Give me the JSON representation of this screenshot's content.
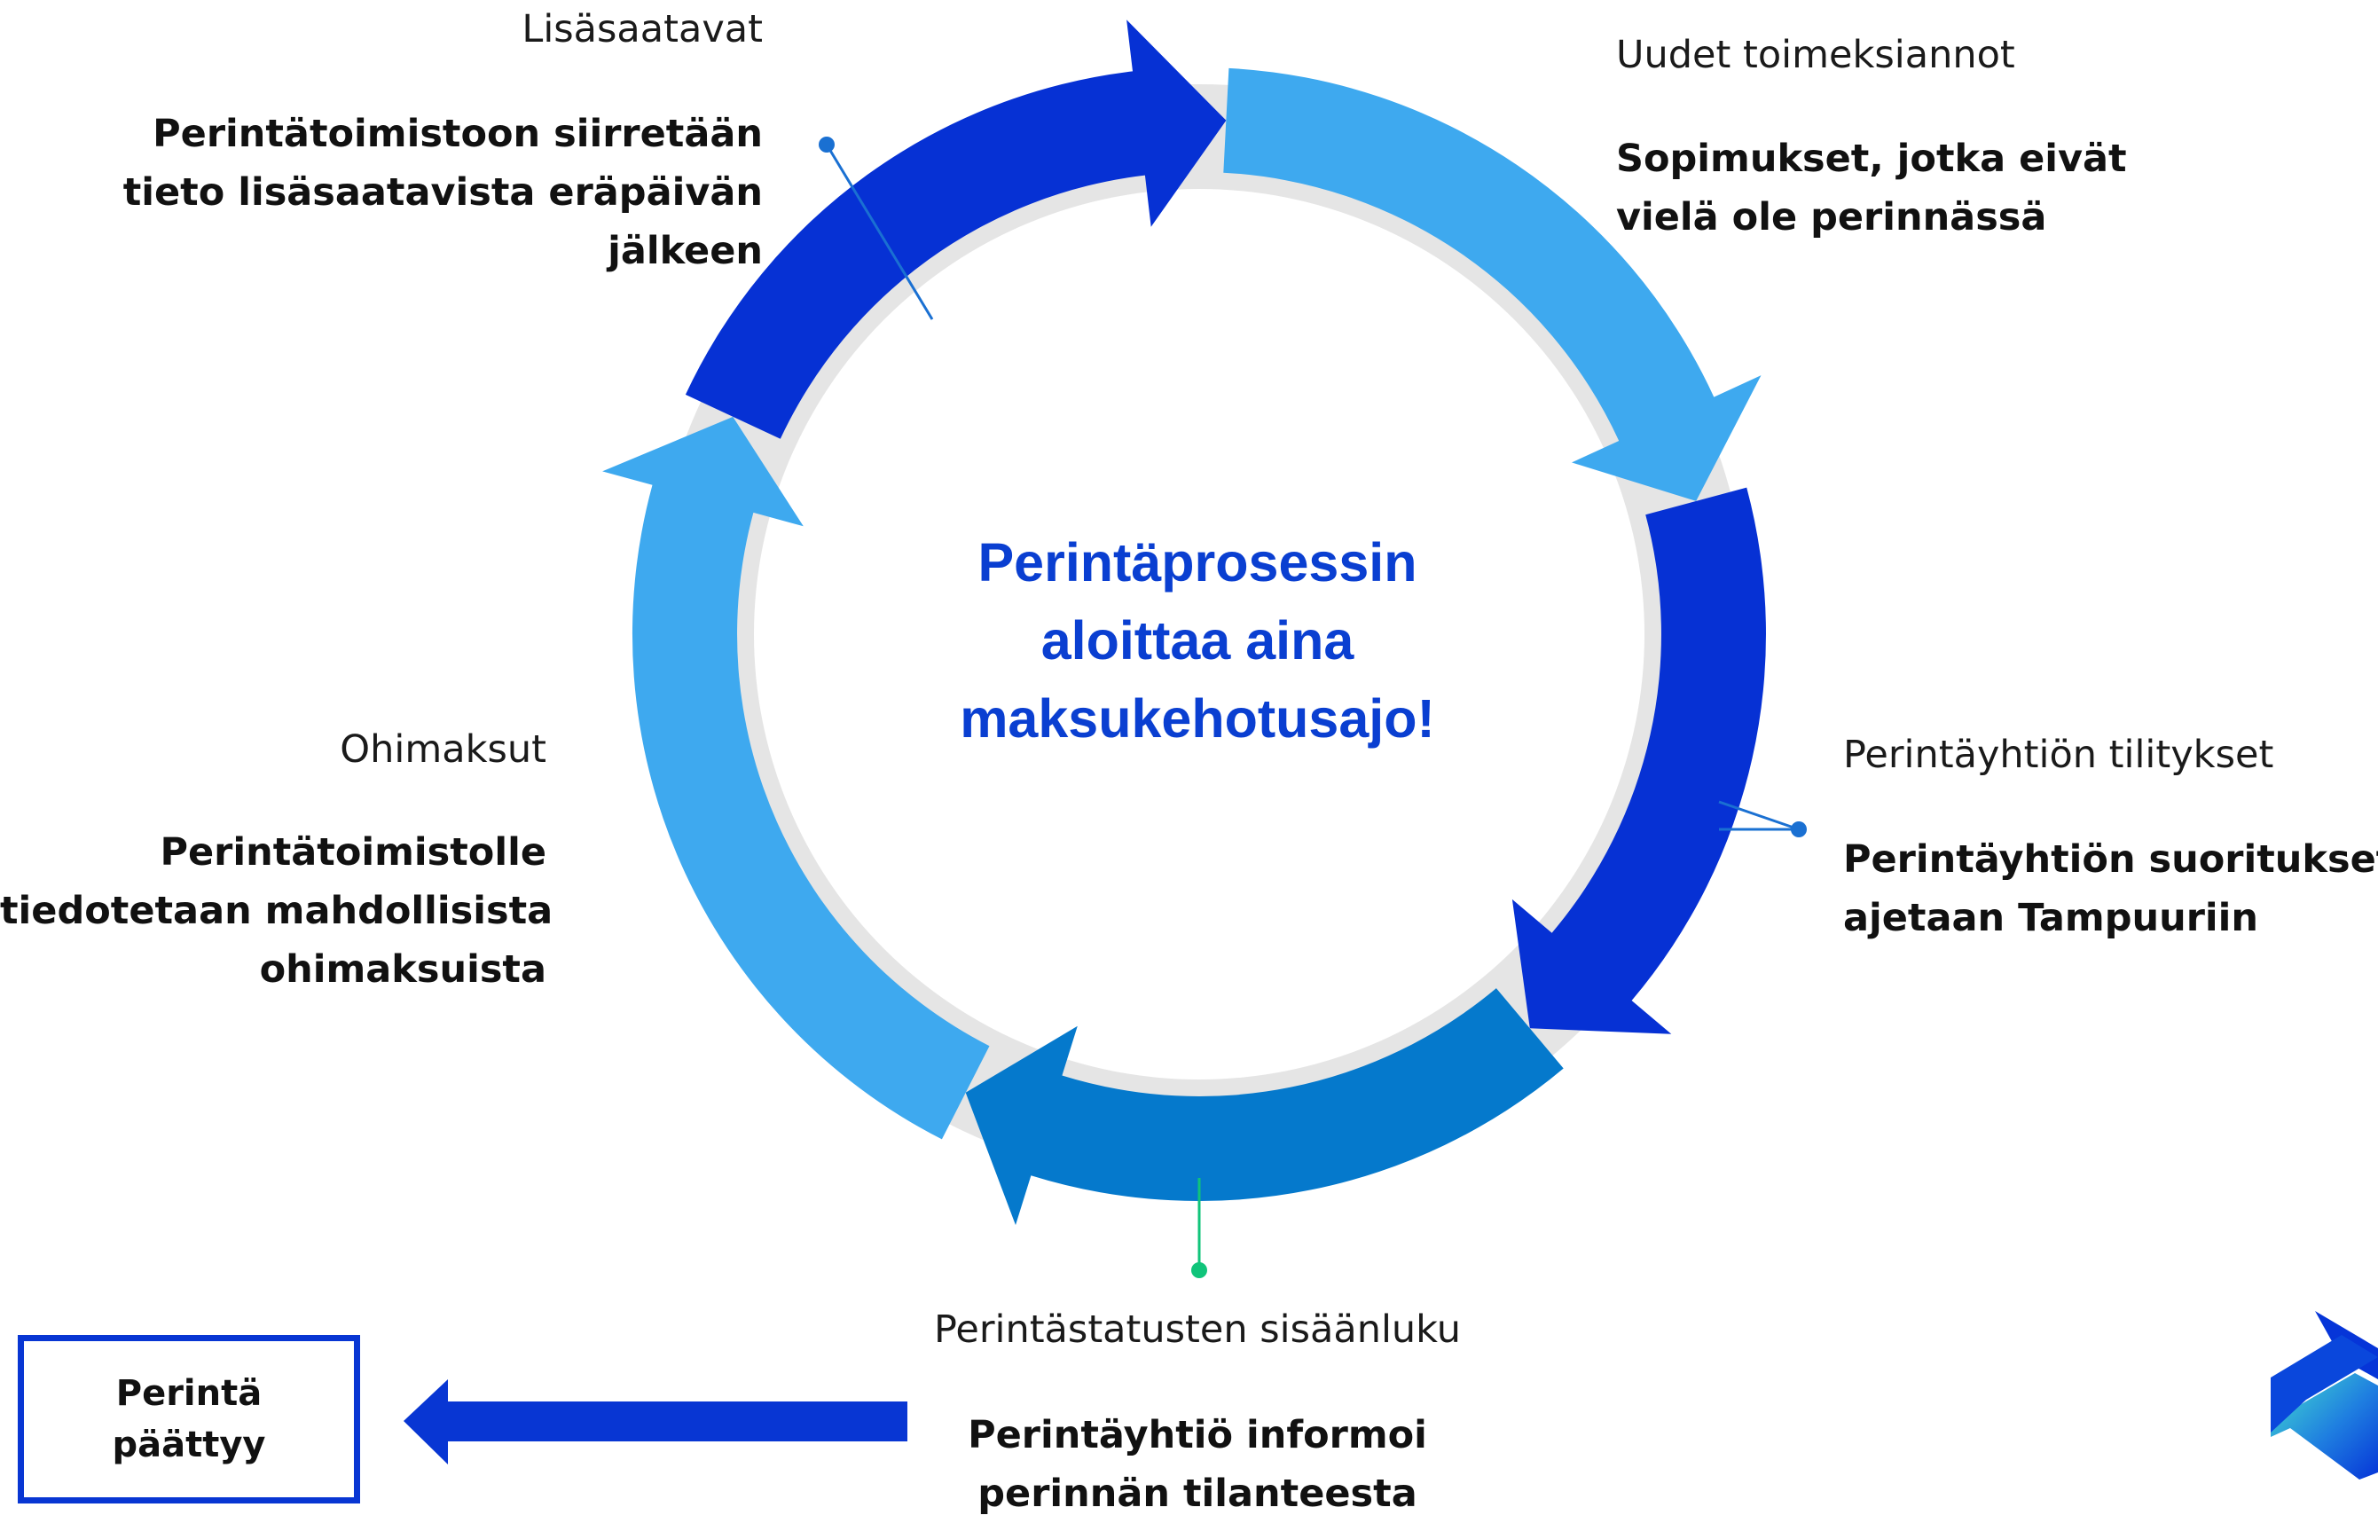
{
  "center_text": [
    "Perintäprosessin",
    "aloittaa aina",
    "maksukehotusajo!"
  ],
  "steps": {
    "lisasaatavat": {
      "title": "Lisäsaatavat",
      "description": [
        "Perintätoimistoon siirretään",
        "tieto lisäsaatavista eräpäivän",
        "jälkeen"
      ]
    },
    "uudet": {
      "title": "Uudet toimeksiannot",
      "description": [
        "Sopimukset, jotka eivät",
        "vielä ole perinnässä"
      ]
    },
    "tilitykset": {
      "title": "Perintäyhtiön tilitykset",
      "description": [
        "Perintäyhtiön suoritukset",
        "ajetaan Tampuuriin"
      ]
    },
    "statukset": {
      "title": "Perintästatusten sisäänluku",
      "description": [
        "Perintäyhtiö informoi",
        "perinnän tilanteesta"
      ]
    },
    "ohimaksut": {
      "title": "Ohimaksut",
      "description": [
        "Perintätoimistolle",
        "tiedotetaan mahdollisista",
        "ohimaksuista"
      ]
    }
  },
  "end_box": [
    "Perintä",
    "päättyy"
  ],
  "colors": {
    "dark_blue": "#0631d4",
    "light_blue": "#3ea9ef",
    "mid_blue": "#0579cc",
    "ring_gray": "#e5e5e5",
    "center_text": "#0a3fd1",
    "green_accent": "#10c47a"
  },
  "icons": [
    "logo-icon",
    "arrow-left-icon"
  ]
}
